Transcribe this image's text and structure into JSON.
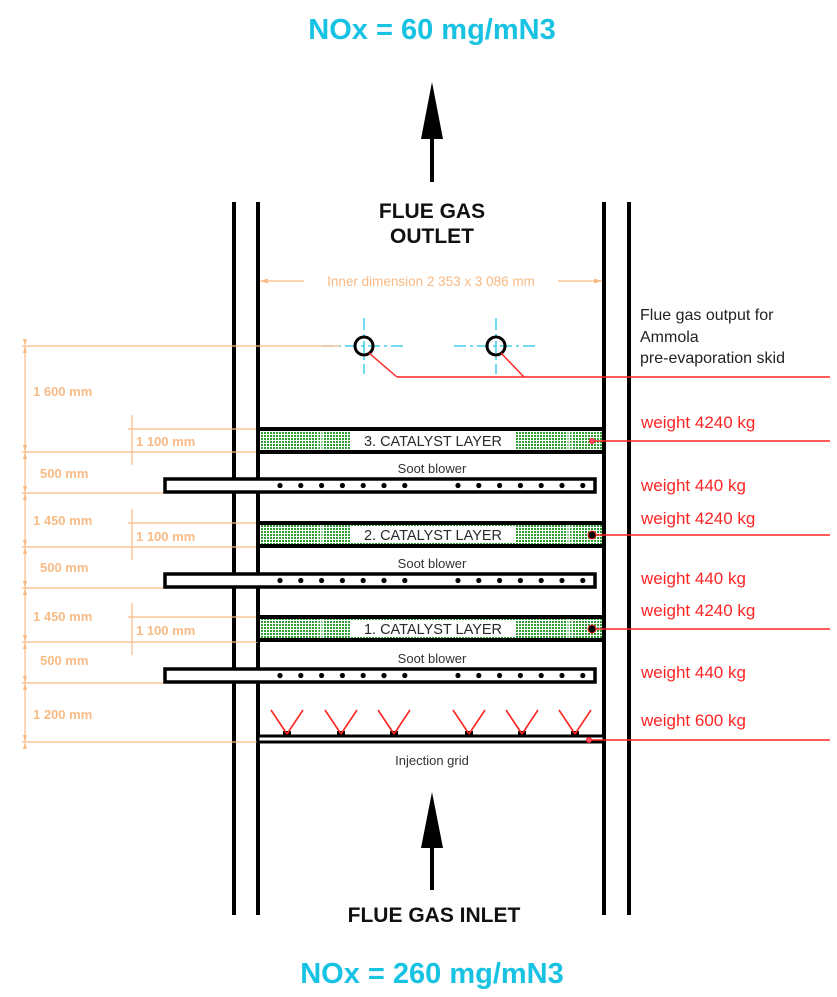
{
  "outlet": {
    "nox": "NOx = 60 mg/mN3",
    "label_line1": "FLUE GAS",
    "label_line2": "OUTLET"
  },
  "inlet": {
    "nox": "NOx = 260 mg/mN3",
    "label": "FLUE GAS INLET"
  },
  "inner_dimension": "Inner dimension 2 353 x 3 086 mm",
  "flue_gas_output_note": [
    "Flue gas output for",
    "Ammola",
    "pre-evaporation skid"
  ],
  "catalyst_layers": [
    {
      "label": "3. CATALYST LAYER",
      "weight": "weight 4240 kg",
      "height": "1 100 mm"
    },
    {
      "label": "2. CATALYST LAYER",
      "weight": "weight 4240 kg",
      "height": "1 100 mm"
    },
    {
      "label": "1. CATALYST LAYER",
      "weight": "weight 4240 kg",
      "height": "1 100 mm"
    }
  ],
  "soot_blowers": [
    {
      "label": "Soot blower",
      "weight": "weight 440 kg",
      "spacing": "500 mm"
    },
    {
      "label": "Soot blower",
      "weight": "weight 440 kg",
      "spacing": "500 mm"
    },
    {
      "label": "Soot blower",
      "weight": "weight 440 kg",
      "spacing": "500 mm"
    }
  ],
  "injection_grid": {
    "label": "Injection grid",
    "weight": "weight 600 kg",
    "nozzle_count": 6
  },
  "section_heights": [
    "1 600 mm",
    "1 450 mm",
    "1 450 mm",
    "1 200 mm"
  ],
  "colors": {
    "nox": "#17c2e2",
    "dimension": "#f9bb85",
    "weight": "#ff2424",
    "catalyst": "#2f9c34",
    "centerline": "#22c8e6"
  }
}
